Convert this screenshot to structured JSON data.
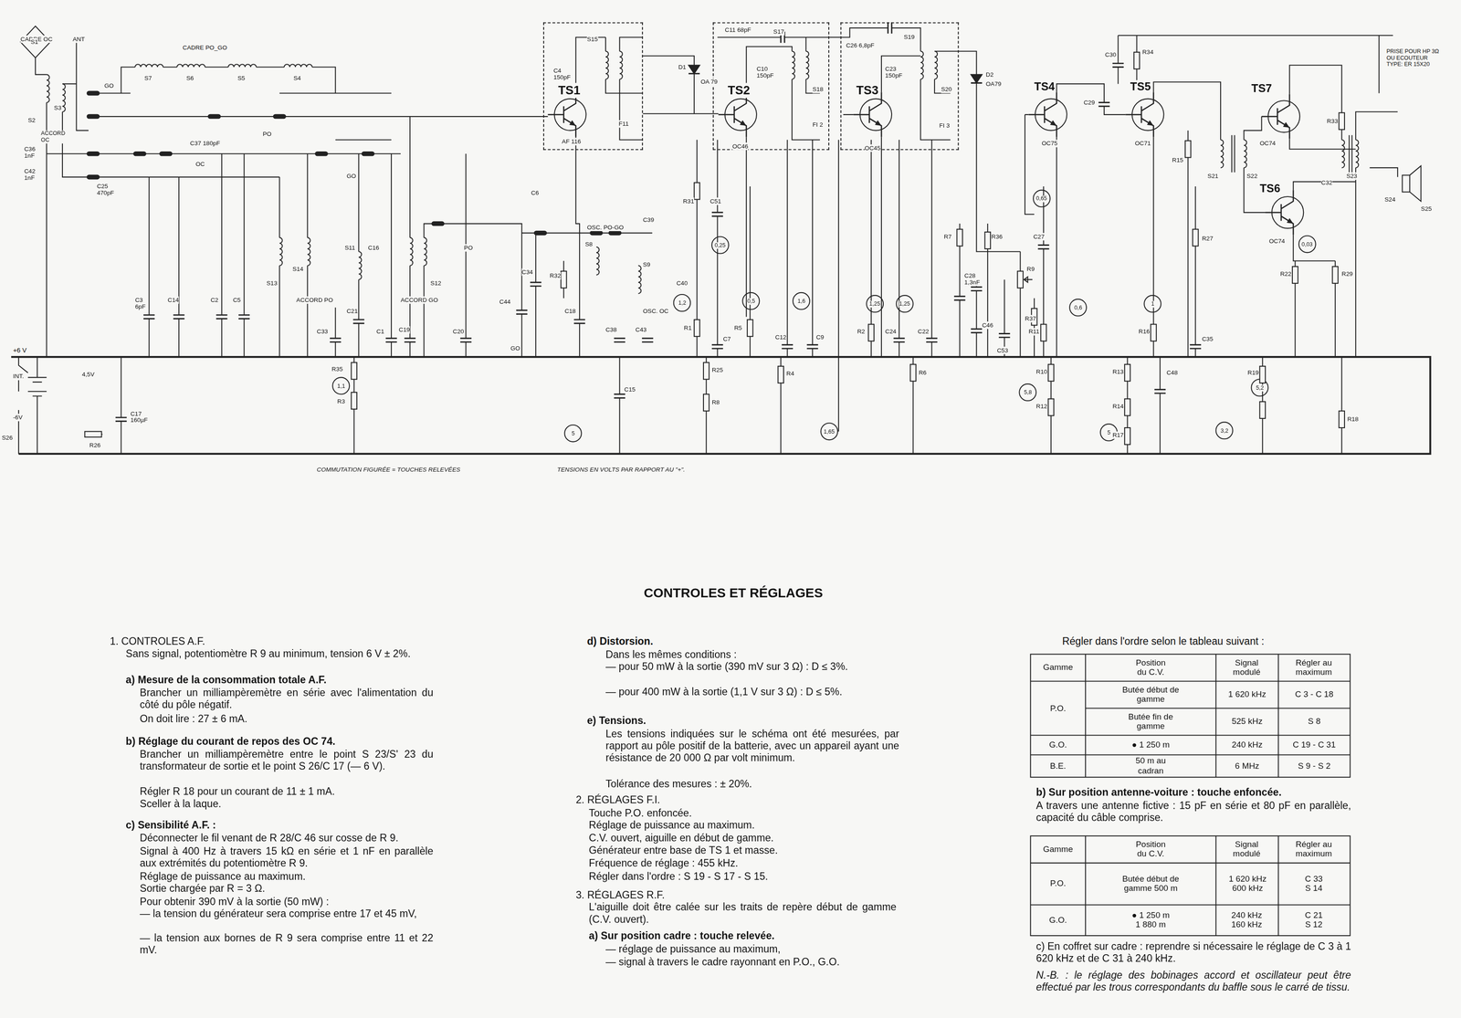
{
  "diagram": {
    "title": "CONTROLES ET RÉGLAGES",
    "nodes": [
      {
        "text": [
          "TS1",
          "AF 116",
          "F11"
        ]
      },
      {
        "text": [
          "TS2",
          "OC46",
          "FI 2"
        ]
      },
      {
        "text": [
          "TS3",
          "OC45",
          "FI 3"
        ]
      }
    ],
    "edges": [
      {
        "from": 0,
        "to": 1,
        "arrow": "none"
      },
      {
        "from": 1,
        "to": 2,
        "arrow": "none"
      }
    ],
    "labels": [
      "CADRE OC",
      "ANT",
      "S1",
      "S2",
      "S3",
      "ACCORD OC",
      "C36",
      "1nF",
      "C42",
      "1nF",
      "C25",
      "470pF",
      "CADRE PO_GO",
      "S7",
      "S6",
      "S5",
      "S4",
      "GO",
      "C37 180pF",
      "PO",
      "OC",
      "GO",
      "C3",
      "6pF",
      "C14",
      "C2",
      "C5",
      "S13",
      "S14",
      "S11",
      "C16",
      "S12",
      "ACCORD PO",
      "ACCORD GO",
      "C21",
      "C33",
      "C1",
      "C19",
      "C20",
      "PO",
      "GO",
      "C44",
      "C34",
      "R32",
      "C6",
      "C18",
      "S8",
      "S9",
      "OSC. PO-GO",
      "C39",
      "C40",
      "OSC. OC",
      "C38",
      "C43",
      "C15",
      "C4",
      "150pF",
      "S15",
      "D1",
      "OA 79",
      "R31",
      "C51",
      "C11 68pF",
      "C10",
      "150pF",
      "S17",
      "S18",
      "C26 6,8pF",
      "C23",
      "150pF",
      "S19",
      "S20",
      "D2",
      "OA79",
      "R1",
      "C7",
      "R5",
      "C12",
      "C9",
      "R25",
      "R8",
      "R4",
      "R2",
      "C24",
      "C22",
      "R6",
      "R7",
      "C28",
      "1,3nF",
      "R36",
      "C27",
      "R9",
      "R37",
      "C46",
      "C53",
      "TS4",
      "OC75",
      "TS5",
      "OC71",
      "C29",
      "C30",
      "R34",
      "TS7",
      "OC74",
      "TS6",
      "OC74",
      "R15",
      "S21",
      "S22",
      "R33",
      "S23",
      "C32",
      "R27",
      "R22",
      "R29",
      "R11",
      "R16",
      "C35",
      "R10",
      "R12",
      "R13",
      "R14",
      "C48",
      "R17",
      "R19",
      "R18",
      "PRISE POUR HP 3Ω OU ECOUTEUR TYPE: ER 15X20",
      "S24",
      "S25",
      "+6 V",
      "INT.",
      "4,5V",
      "-6V",
      "S26",
      "R26",
      "C17",
      "160µF",
      "R35",
      "R3",
      "1,1",
      "1,2",
      "0,25",
      "0,5",
      "1,6",
      "1,25",
      "1,25",
      "1,65",
      "0,65",
      "0,6",
      "1",
      "0,03",
      "5,8",
      "5,2",
      "3,2",
      "5",
      "5",
      "COMMUTATION FIGURÉE = TOUCHES RELEVÉES",
      "TENSIONS EN VOLTS PAR RAPPORT AU \"+\".",
      "1. CONTROLES A.F.",
      "Sans signal, potentiomètre R 9 au minimum, tension 6 V ± 2%.",
      "a) Mesure de la consommation totale A.F.",
      "Brancher un milliampèremètre en série avec l'alimentation du côté du pôle négatif.",
      "On doit lire : 27 ± 6 mA.",
      "b) Réglage du courant de repos des OC 74.",
      "Brancher un milliampèremètre entre le point S 23/S' 23 du transformateur de sortie et le point S 26/C 17 (— 6 V).",
      "Régler R 18 pour un courant de 11 ± 1 mA.",
      "Sceller à la laque.",
      "c) Sensibilité A.F. :",
      "Déconnecter le fil venant de R 28/C 46 sur cosse de R 9.",
      "Signal à 400 Hz à travers 15 kΩ en série et 1 nF en parallèle aux extrémités du potentiomètre R 9.",
      "Réglage de puissance au maximum.",
      "Sortie chargée par R = 3 Ω.",
      "Pour obtenir 390 mV à la sortie (50 mW) :",
      "— la tension du générateur sera comprise entre 17 et 45 mV,",
      "— la tension aux bornes de R 9 sera comprise entre 11 et 22 mV.",
      "d) Distorsion.",
      "Dans les mêmes conditions :",
      "— pour 50 mW à la sortie (390 mV sur 3 Ω) : D ≤ 3%.",
      "— pour 400 mW à la sortie (1,1 V sur 3 Ω) : D ≤ 5%.",
      "e) Tensions.",
      "Les tensions indiquées sur le schéma ont été mesurées, par rapport au pôle positif de la batterie, avec un appareil ayant une résistance de 20 000 Ω par volt minimum.",
      "Tolérance des mesures : ± 20%.",
      "2. RÉGLAGES F.I.",
      "Touche P.O. enfoncée.",
      "Réglage de puissance au maximum.",
      "C.V. ouvert, aiguille en début de gamme.",
      "Générateur entre base de TS 1 et masse.",
      "Fréquence de réglage : 455 kHz.",
      "Régler dans l'ordre : S 19 - S 17 - S 15.",
      "3. RÉGLAGES R.F.",
      "L'aiguille doit être calée sur les traits de repère début de gamme (C.V. ouvert).",
      "a) Sur position cadre : touche relevée.",
      "— réglage de puissance au maximum,",
      "— signal à travers le cadre rayonnant en P.O., G.O.",
      "Régler dans l'ordre selon le tableau suivant :",
      "Gamme",
      "Position du C.V.",
      "Signal modulé",
      "Régler au maximum",
      "P.O.",
      "Butée début de gamme",
      "1 620 kHz",
      "C 3 - C 18",
      "Butée fin de gamme",
      "525 kHz",
      "S 8",
      "G.O.",
      "● 1 250 m",
      "240 kHz",
      "C 19 - C 31",
      "B.E.",
      "50 m au cadran",
      "6 MHz",
      "S 9 - S 2",
      "b) Sur position antenne-voiture : touche enfoncée.",
      "A travers une antenne fictive : 15 pF en série et 80 pF en parallèle, capacité du câble comprise.",
      "Gamme",
      "Position du C.V.",
      "Signal modulé",
      "Régler au maximum",
      "P.O.",
      "Butée début de gamme 500 m",
      "1 620 kHz 600 kHz",
      "C 33 S 14",
      "G.O.",
      "● 1 250 m 1 880 m",
      "240 kHz 160 kHz",
      "C 21 S 12",
      "c) En coffret sur cadre : reprendre si nécessaire le réglage de C 3 à 1 620 kHz et de C 31 à 240 kHz.",
      "N.-B. : le réglage des bobinages accord et oscillateur peut être effectué par les trous correspondants du baffle sous le carré de tissu."
    ]
  }
}
